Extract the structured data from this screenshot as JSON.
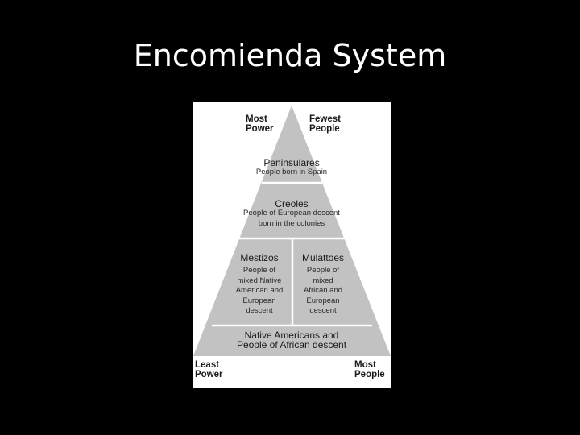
{
  "slide": {
    "title": "Encomienda System"
  },
  "pyramid": {
    "top_left_label": [
      "Most",
      "Power"
    ],
    "top_right_label": [
      "Fewest",
      "People"
    ],
    "bottom_left_label": [
      "Least",
      "Power"
    ],
    "bottom_right_label": [
      "Most",
      "People"
    ],
    "tiers": {
      "peninsulares": {
        "name": "Peninsulares",
        "description": "People born in Spain"
      },
      "creoles": {
        "name": "Creoles",
        "description": [
          "People of European descent",
          "born in the colonies"
        ]
      },
      "mestizos": {
        "name": "Mestizos",
        "description": [
          "People of",
          "mixed Native",
          "American and",
          "European",
          "descent"
        ]
      },
      "mulattoes": {
        "name": "Mulattoes",
        "description": [
          "People of",
          "mixed",
          "African and",
          "European",
          "descent"
        ]
      },
      "base": {
        "name": [
          "Native Americans and",
          "People of African descent"
        ]
      }
    }
  },
  "colors": {
    "pyramid_fill": "#c2c2c2",
    "divider": "#ffffff",
    "background": "#000000",
    "title": "#ffffff"
  }
}
